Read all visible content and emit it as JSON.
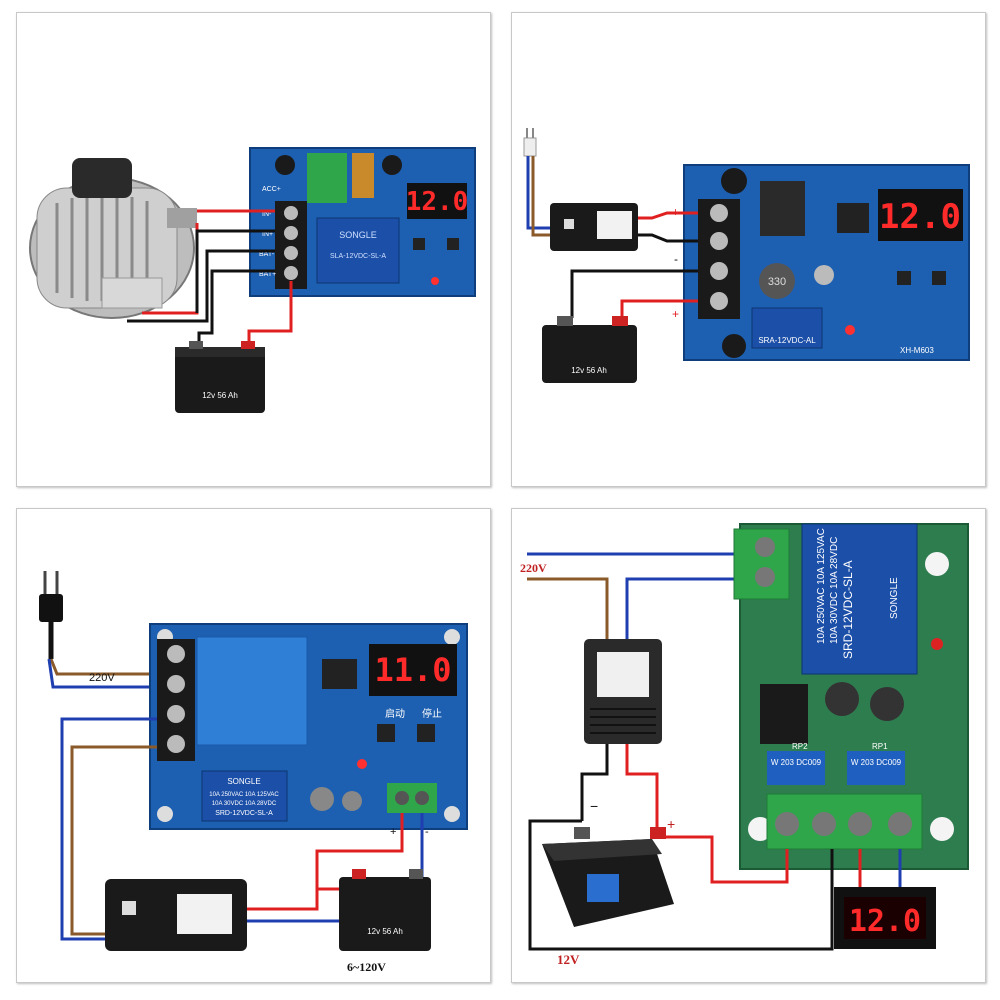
{
  "panels": {
    "p1": {
      "display_value": "12.0",
      "relay_brand": "SONGLE",
      "relay_model": "SLA-12VDC-SL-A",
      "terminal_labels": [
        "ACC+",
        "IN-",
        "IN+",
        "BAT-",
        "BAT+"
      ],
      "battery_label": "12v 56 Ah"
    },
    "p2": {
      "display_value": "12.0",
      "board_label": "XH-M603",
      "relay_model": "SRA-12VDC-AL",
      "inductor_label": "330",
      "plus_top": "+",
      "minus": "-",
      "plus_bottom": "+",
      "battery_label": "12v 56 Ah"
    },
    "p3": {
      "display_value": "11.0",
      "voltage_in": "220V",
      "btn_start": "启动",
      "btn_stop": "停止",
      "relay_brand": "SONGLE",
      "relay_lines": [
        "10A 250VAC  10A 125VAC",
        "10A 30VDC  10A 28VDC",
        "SRD-12VDC-SL-A"
      ],
      "plus": "+",
      "minus": "-",
      "battery_label": "12v 56 Ah",
      "voltage_range": "6~120V"
    },
    "p4": {
      "display_value": "12.0",
      "voltage_in": "220V",
      "battery_voltage": "12V",
      "relay_lines": [
        "10A 250VAC  10A 125VAC",
        "10A 30VDC  10A 28VDC",
        "SRD-12VDC-SL-A"
      ],
      "relay_brand": "SONGLE",
      "pot_label": "W 203\nDC009",
      "rp_labels": [
        "RP2",
        "RP1"
      ],
      "plus": "+",
      "minus": "−"
    }
  },
  "colors": {
    "board": "#1d5fb0",
    "board_green": "#2e7d4f",
    "wire_red": "#e02020",
    "wire_black": "#111111",
    "wire_blue": "#1f3fb0",
    "wire_brown": "#8a5a2a",
    "display_red": "#ff2a2a"
  }
}
